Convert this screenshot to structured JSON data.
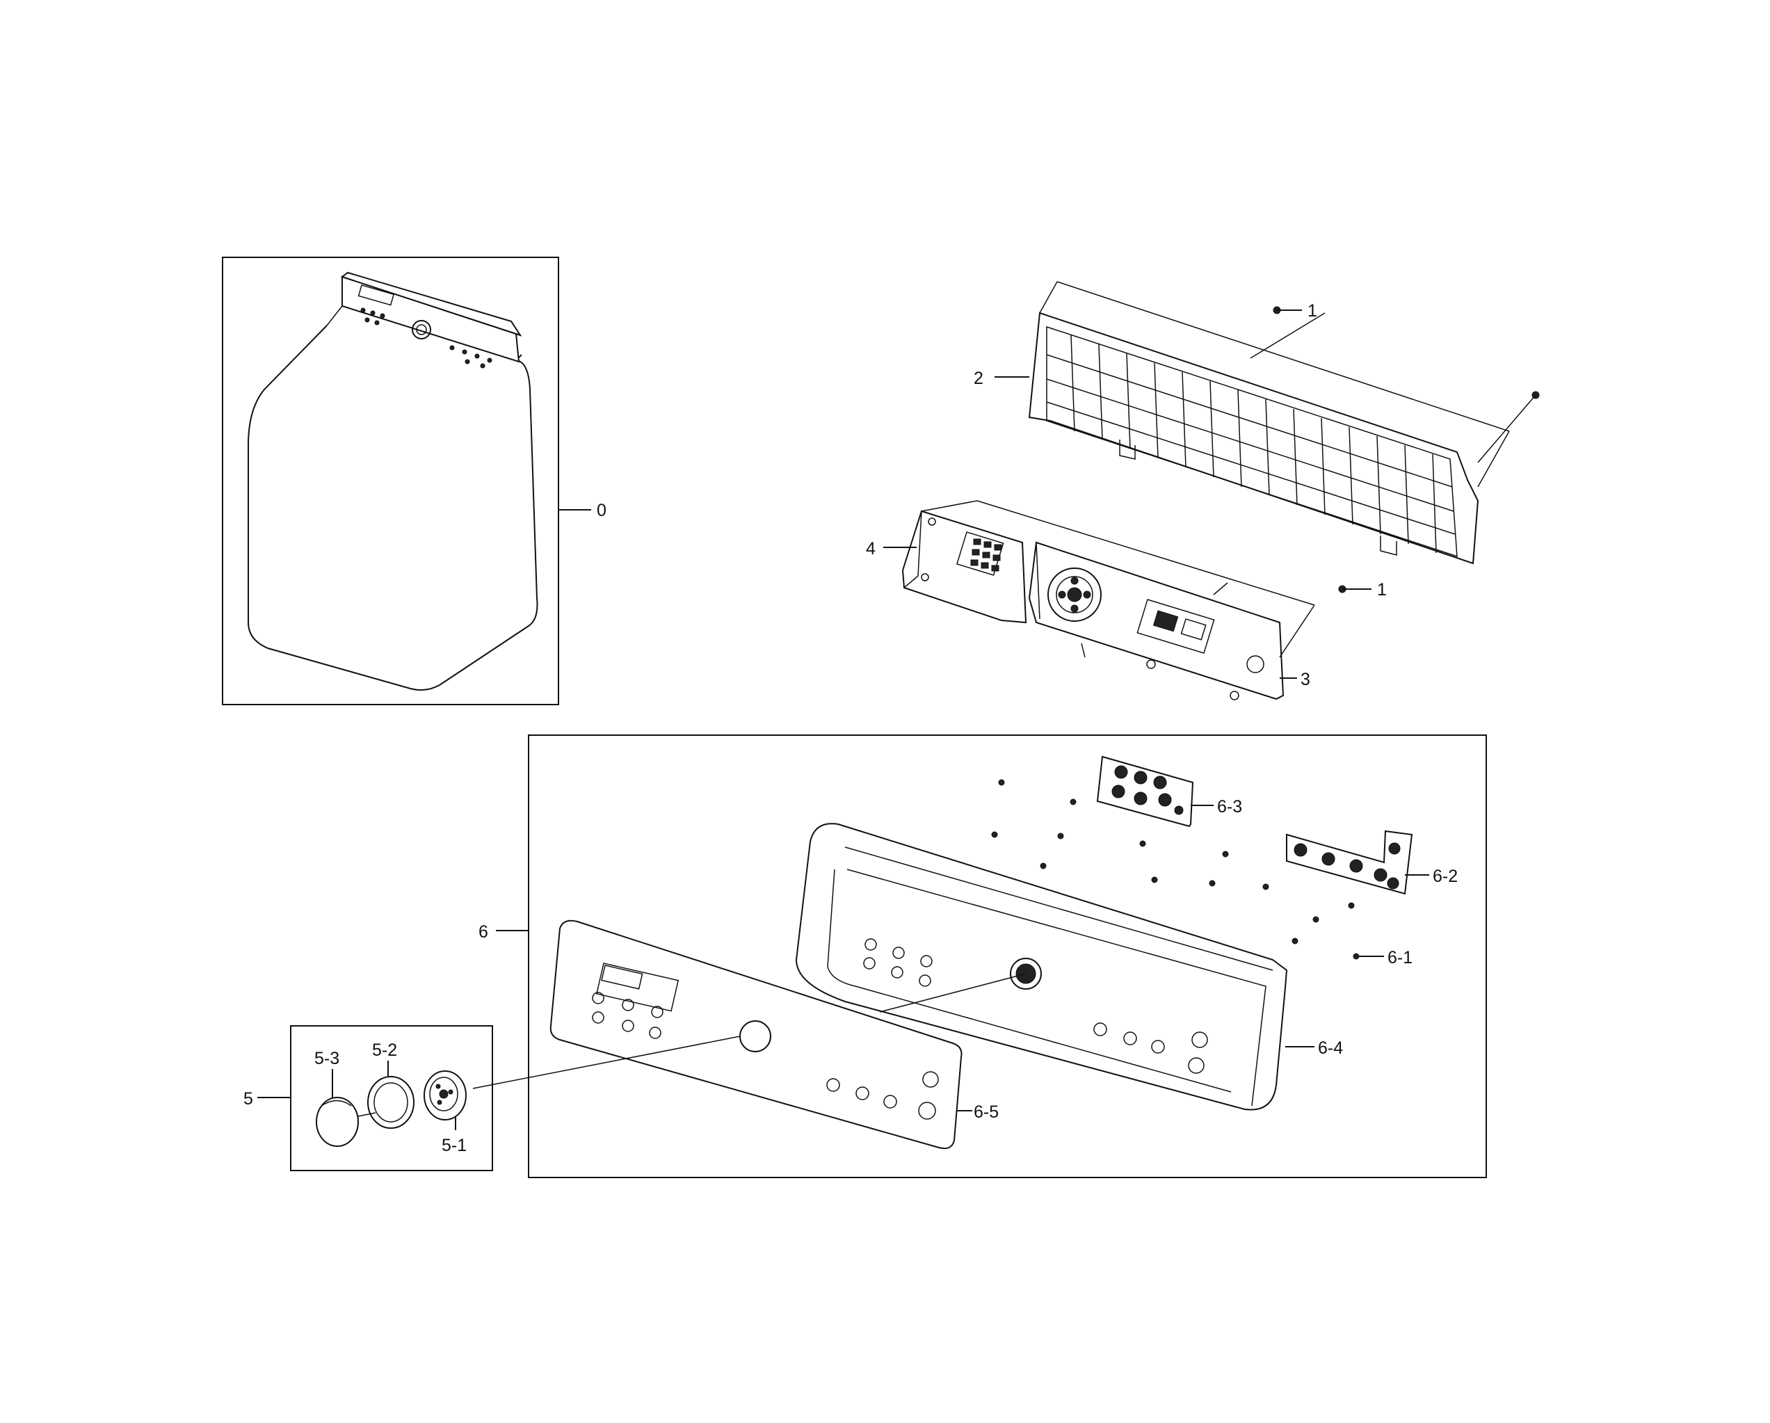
{
  "callouts": {
    "c0": "0",
    "c1a": "1",
    "c1b": "1",
    "c2": "2",
    "c3": "3",
    "c4": "4",
    "c5": "5",
    "c5_1": "5-1",
    "c5_2": "5-2",
    "c5_3": "5-3",
    "c6": "6",
    "c6_1": "6-1",
    "c6_2": "6-2",
    "c6_3": "6-3",
    "c6_4": "6-4",
    "c6_5": "6-5"
  }
}
